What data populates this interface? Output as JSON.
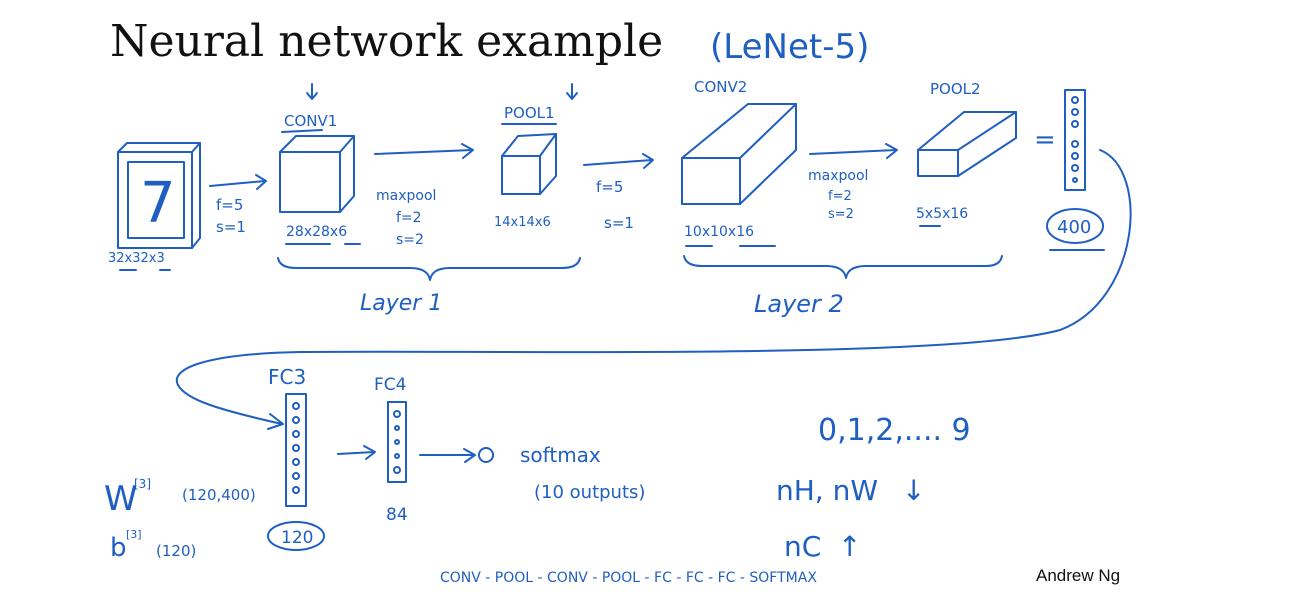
{
  "title": "Neural network example",
  "subtitle": "(LeNet-5)",
  "author": "Andrew Ng",
  "ink_color": "#1f5fc2",
  "input": {
    "digit": "7",
    "dims": "32x32x3"
  },
  "layers": [
    {
      "name": "CONV1",
      "dims": "28x28x6"
    },
    {
      "name": "POOL1",
      "dims": "14x14x6"
    },
    {
      "name": "CONV2",
      "dims": "10x10x16"
    },
    {
      "name": "POOL2",
      "dims": "5x5x16"
    }
  ],
  "ops": {
    "conv_a": {
      "f": "f=5",
      "s": "s=1"
    },
    "pool_a": {
      "label": "maxpool",
      "f": "f=2",
      "s": "s=2"
    },
    "conv_b": {
      "f": "f=5",
      "s": "s=1"
    },
    "pool_b": {
      "label": "maxpool",
      "f": "f=2",
      "s": "s=2"
    }
  },
  "groups": {
    "layer1": "Layer 1",
    "layer2": "Layer 2"
  },
  "equals": "=",
  "flatten_size": "400",
  "fc": [
    {
      "name": "FC3",
      "size": "120"
    },
    {
      "name": "FC4",
      "size": "84"
    }
  ],
  "softmax": {
    "label": "softmax",
    "detail": "(10 outputs)"
  },
  "weights": {
    "w": "W",
    "w_sup": "[3]",
    "w_shape": "(120,400)",
    "b": "b",
    "b_sup": "[3]",
    "b_shape": "(120)"
  },
  "classes": "0,1,2,.... 9",
  "trends": {
    "nh_nw": "nH, nW",
    "nh_arrow": "↓",
    "nc": "nC",
    "nc_arrow": "↑"
  },
  "sequence": "CONV - POOL - CONV - POOL - FC - FC - FC - SOFTMAX"
}
